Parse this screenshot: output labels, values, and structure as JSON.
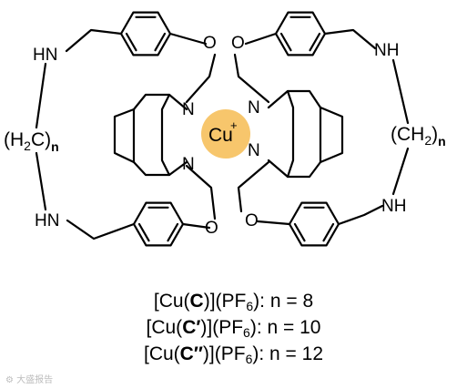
{
  "structure": {
    "metal_symbol": "Cu",
    "metal_charge": "+",
    "metal_color": "#f7c66c",
    "atom_N": "N",
    "atom_O": "O",
    "amine_left_top": "HN",
    "amine_left_bottom": "HN",
    "amine_right_top": "NH",
    "amine_right_bottom": "NH",
    "chain_left": {
      "open": "(H",
      "sub": "2",
      "rest": "C)",
      "n": "n"
    },
    "chain_right": {
      "open": "(CH",
      "sub": "2",
      "rest": ")",
      "n": "n"
    }
  },
  "captions": [
    {
      "pre": "[Cu(",
      "bold": "C",
      "post": ")](PF",
      "sub": "6",
      "tail": "): n = 8"
    },
    {
      "pre": "[Cu(",
      "bold": "C′",
      "post": ")](PF",
      "sub": "6",
      "tail": "): n = 10"
    },
    {
      "pre": "[Cu(",
      "bold": "C″",
      "post": ")](PF",
      "sub": "6",
      "tail": "): n = 12"
    }
  ],
  "watermark": "⚙ 大盛报告"
}
